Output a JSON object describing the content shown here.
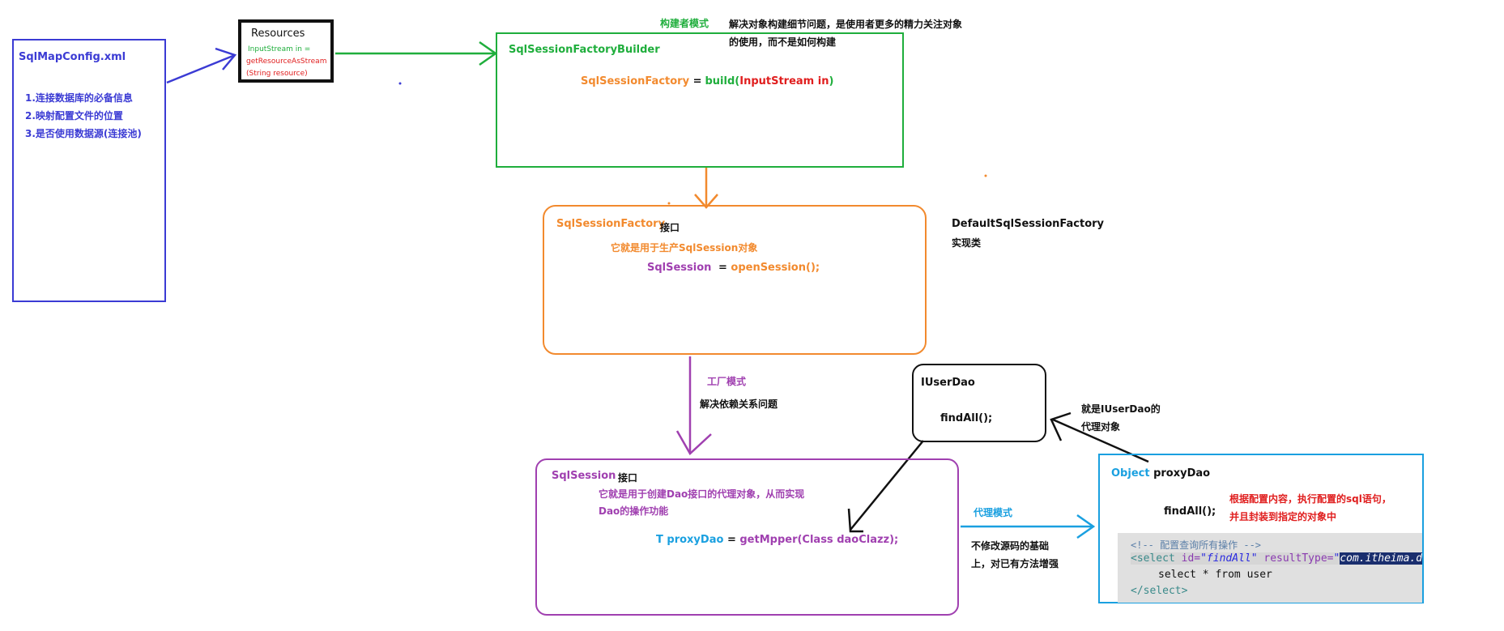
{
  "config_box": {
    "title": "SqlMapConfig.xml",
    "items": [
      "1.连接数据库的必备信息",
      "2.映射配置文件的位置",
      "3.是否使用数据源(连接池)"
    ]
  },
  "resources_box": {
    "title": "Resources",
    "line1": "InputStream in =",
    "line2": "getResourceAsStream",
    "line3": "(String resource)"
  },
  "builder": {
    "pattern": "构建者模式",
    "note1": "解决对象构建细节问题，是使用者更多的精力关注对象",
    "note2": "的使用，而不是如何构建",
    "title": "SqlSessionFactoryBuilder",
    "code_type": "SqlSessionFactory",
    "code_eq": "=",
    "code_call": "build(",
    "code_arg": "InputStream in",
    "code_close": ")"
  },
  "factory": {
    "title": "SqlSessionFactory",
    "kind": "接口",
    "desc": "它就是用于生产SqlSession对象",
    "code_type": "SqlSession",
    "code_eq": "=",
    "code_call": "openSession();",
    "impl_name": "DefaultSqlSessionFactory",
    "impl_kind": "实现类",
    "pattern": "工厂模式",
    "pattern_note": "解决依赖关系问题"
  },
  "session": {
    "title": "SqlSession",
    "kind": "接口",
    "desc1": "它就是用于创建Dao接口的代理对象，从而实现",
    "desc2": "Dao的操作功能",
    "code_left": "T proxyDao",
    "code_eq": "=",
    "code_call": "getMpper(Class daoClazz);"
  },
  "iuserdao": {
    "title": "IUserDao",
    "method": "findAll();",
    "proxy_note1": "就是IUserDao的",
    "proxy_note2": "代理对象"
  },
  "proxy": {
    "pattern": "代理模式",
    "note1": "不修改源码的基础",
    "note2": "上，对已有方法增强",
    "title_type": "Object",
    "title_name": "proxyDao",
    "method": "findAll();",
    "exec_note1": "根据配置内容，执行配置的sql语句，",
    "exec_note2": "并且封装到指定的对象中",
    "code_comment": "<!-- 配置查询所有操作 -->",
    "code_open": "<select",
    "code_id_attr": "id=",
    "code_id_val": "\"findAll\"",
    "code_rt_attr": "resultType=",
    "code_rt_quote": "\"",
    "code_rt_val": "com.itheima.domain.",
    "code_sql": "select * from user",
    "code_close": "</select>"
  },
  "colors": {
    "blue": "#3b3bd4",
    "green": "#1fae3c",
    "orange": "#f28a2e",
    "purple": "#a040b0",
    "cyan": "#1aa0e0",
    "red": "#e01e1e",
    "black": "#111111"
  }
}
